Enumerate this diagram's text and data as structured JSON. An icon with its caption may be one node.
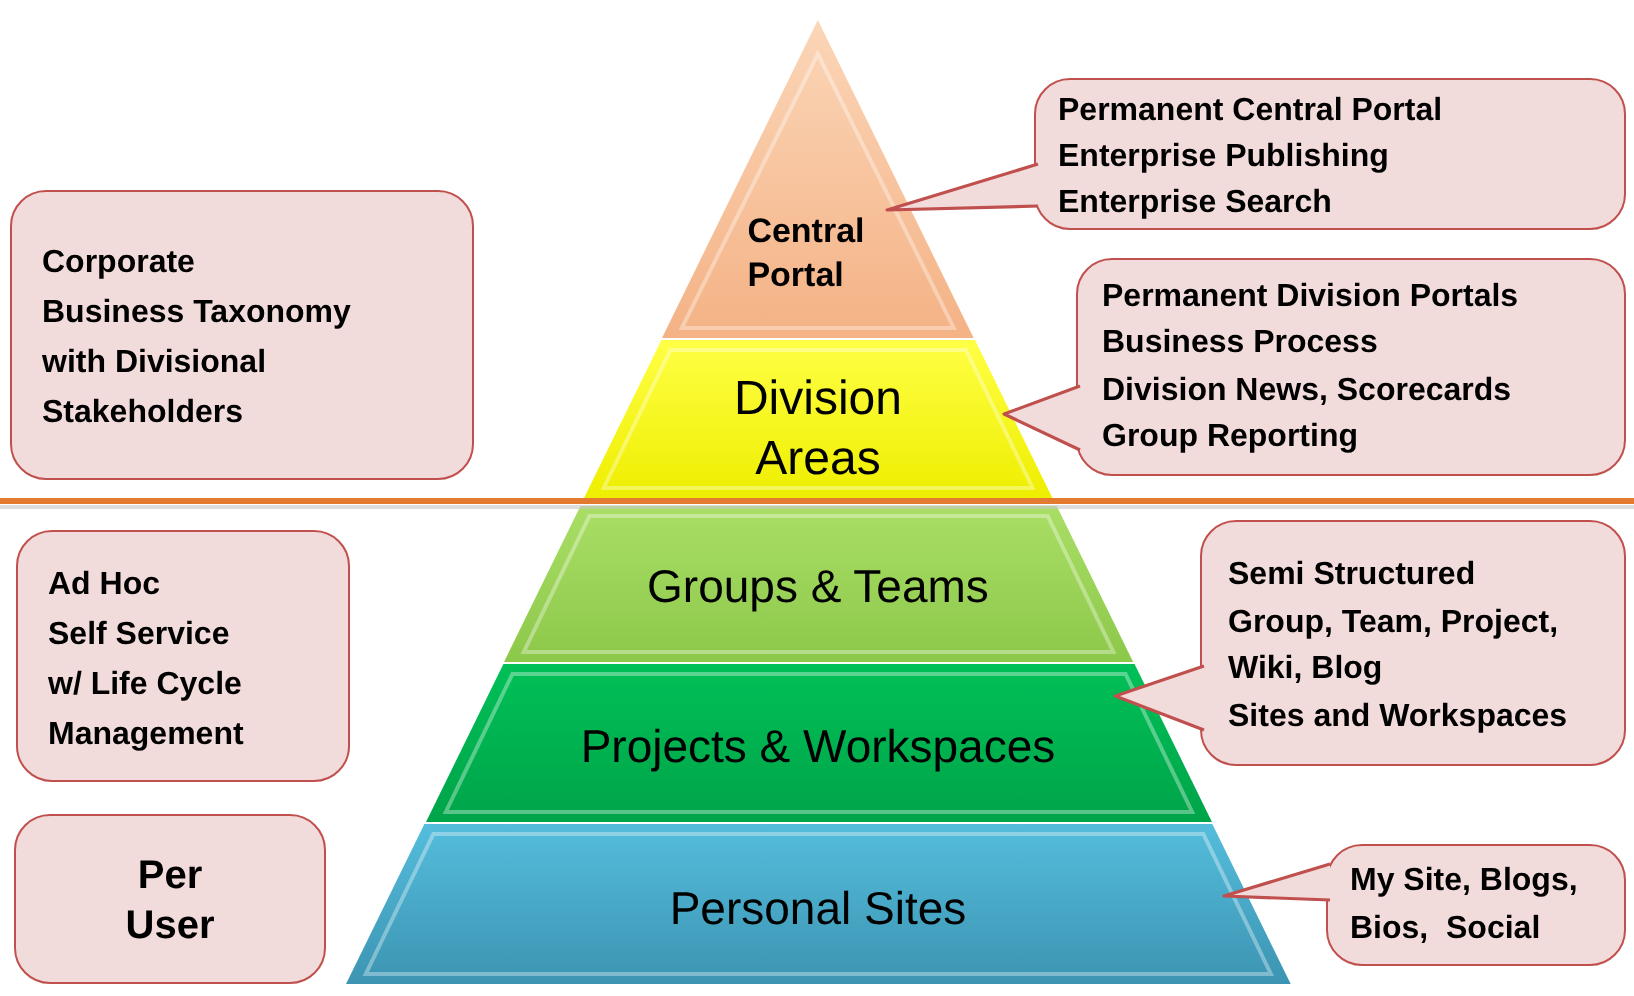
{
  "diagram": {
    "nodes": [
      {
        "text": [
          "Central Portal"
        ]
      },
      {
        "text": [
          "Division Areas"
        ]
      },
      {
        "text": [
          "Groups & Teams"
        ]
      },
      {
        "text": [
          "Projects & Workspaces"
        ]
      },
      {
        "text": [
          "Personal Sites"
        ]
      },
      {
        "text": [
          "Corporate",
          "Business Taxonomy",
          "with Divisional",
          "Stakeholders"
        ]
      },
      {
        "text": [
          "Ad Hoc",
          "Self Service",
          "w/ Life Cycle",
          "Management"
        ]
      },
      {
        "text": [
          "Per User"
        ]
      },
      {
        "text": [
          "Permanent Central Portal",
          "Enterprise Publishing",
          "Enterprise Search"
        ]
      },
      {
        "text": [
          "Permanent Division Portals",
          "Business Process",
          "Division News, Scorecards",
          "Group Reporting"
        ]
      },
      {
        "text": [
          "Semi Structured",
          "Group, Team, Project,",
          "Wiki, Blog",
          "Sites and Workspaces"
        ]
      },
      {
        "text": [
          "My Site, Blogs,",
          "Bios,  Social"
        ]
      }
    ],
    "edges": [
      {
        "from": 8,
        "to": 0,
        "arrow": "to"
      },
      {
        "from": 9,
        "to": 1,
        "arrow": "to"
      },
      {
        "from": 10,
        "to": 3,
        "arrow": "to"
      },
      {
        "from": 11,
        "to": 4,
        "arrow": "to"
      }
    ]
  }
}
